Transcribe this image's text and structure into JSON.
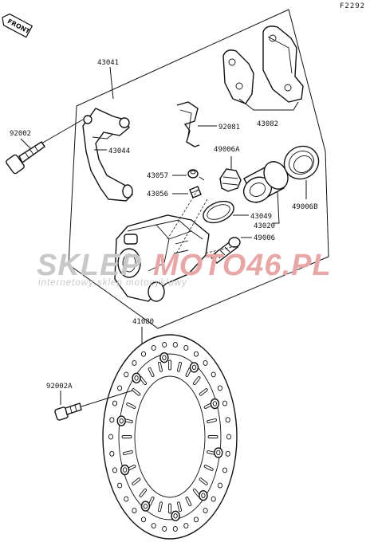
{
  "diagram": {
    "code": "F2292",
    "front_arrow_label": "FRONT",
    "watermark": {
      "brand_left": "SKLEP",
      "brand_right": "MOTO46.PL",
      "tagline": "internetowy sklep motocyklowy",
      "color_gray": "#c8c8c8",
      "color_red": "#e8a7a7"
    },
    "parts": {
      "p43041": "43041",
      "p92002": "92002",
      "p43044": "43044",
      "p43082": "43082",
      "p92081": "92081",
      "p49006a": "49006A",
      "p43057": "43057",
      "p43056": "43056",
      "p43049": "43049",
      "p43020": "43020",
      "p49006b": "49006B",
      "p49006": "49006",
      "p41080": "41080",
      "p92002a": "92002A"
    }
  }
}
